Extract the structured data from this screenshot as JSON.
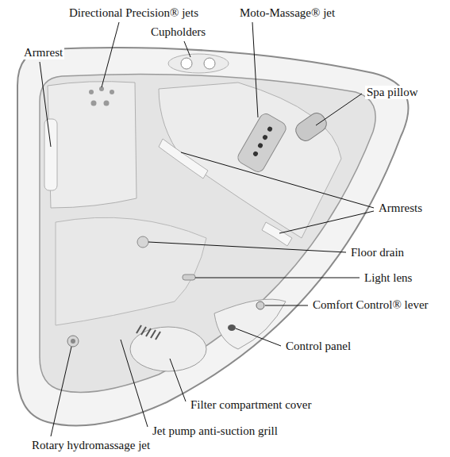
{
  "diagram": {
    "labels": [
      "Directional Precision® jets",
      "Armrest",
      "Cupholders",
      "Moto-Massage® jet",
      "Spa pillow",
      "Armrests",
      "Floor drain",
      "Light lens",
      "Comfort Control® lever",
      "Control panel",
      "Filter compartment cover",
      "Jet pump anti-suction grill",
      "Rotary hydromassage jet"
    ]
  }
}
